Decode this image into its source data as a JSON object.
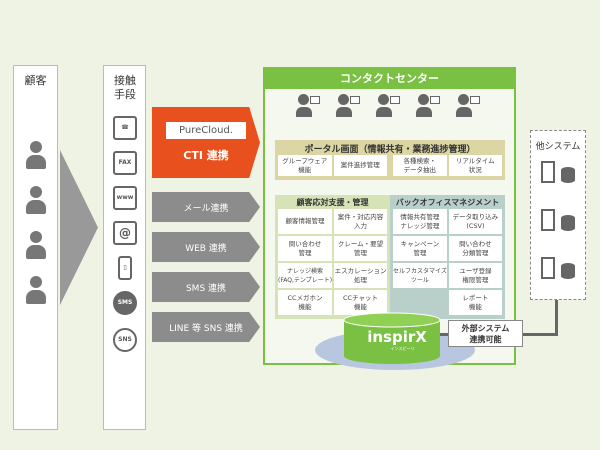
{
  "customers": {
    "title": "顧客"
  },
  "channels": {
    "title": "接触手段",
    "devices": [
      "phone-icon",
      "fax-icon",
      "www-icon",
      "email-icon",
      "mobile-icon",
      "sms-icon",
      "sns-icon"
    ],
    "fax_label": "FAX",
    "www_label": "www",
    "sms_label": "SMS",
    "sns_label": "SNS"
  },
  "cti": {
    "logo": "PureCloud.",
    "label": "CTI 連携",
    "color": "#e8501e"
  },
  "integrations": [
    "メール連携",
    "WEB 連携",
    "SMS 連携",
    "LINE 等 SNS 連携"
  ],
  "contact_center": {
    "title": "コンタクトセンター",
    "color": "#7ac143",
    "portal": {
      "title": "ポータル画面（情報共有・業務進捗管理）",
      "items": [
        "グループウェア\n機能",
        "案件進捗管理",
        "各種検索・\nデータ抽出",
        "リアルタイム\n状況"
      ]
    },
    "customer_support": {
      "title": "顧客応対支援・管理",
      "items": [
        "顧客情報管理",
        "案件・対応内容\n入力",
        "問い合わせ\n管理",
        "クレーム・要望\n管理",
        "ナレッジ検索\n(FAQ,テンプレート)",
        "エスカレーション\n処理",
        "CCメガホン\n機能",
        "CCチャット\n機能"
      ]
    },
    "back_office": {
      "title": "バックオフィスマネジメント",
      "items": [
        "情報共有管理\nナレッジ管理",
        "データ取り込み\n(CSV)",
        "キャンペーン\n管理",
        "問い合わせ\n分類管理",
        "セルフカスタマイズ\nツール",
        "ユーザ登録\n権限管理",
        "レポート\n機能"
      ]
    }
  },
  "inspirx": {
    "logo": "inspirX",
    "sub": "インスピーリ"
  },
  "external": {
    "label": "外部システム\n連携可能"
  },
  "other_systems": {
    "title": "他システム"
  }
}
